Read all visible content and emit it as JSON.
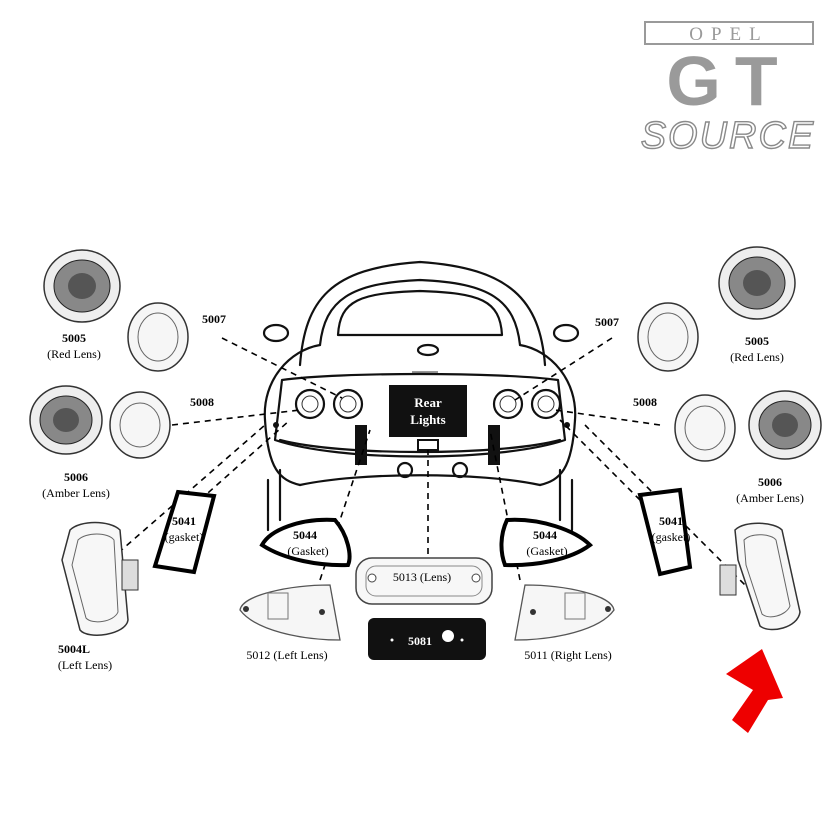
{
  "logo": {
    "line1": "OPEL",
    "line2": "GT",
    "line3": "SOURCE"
  },
  "center_label": {
    "line1": "Rear",
    "line2": "Lights"
  },
  "parts": {
    "p5005_left": {
      "number": "5005",
      "desc": "(Red Lens)"
    },
    "p5005_right": {
      "number": "5005",
      "desc": "(Red Lens)"
    },
    "p5006_left": {
      "number": "5006",
      "desc": "(Amber Lens)"
    },
    "p5006_right": {
      "number": "5006",
      "desc": "(Amber Lens)"
    },
    "p5007_left": {
      "number": "5007"
    },
    "p5007_right": {
      "number": "5007"
    },
    "p5008_left": {
      "number": "5008"
    },
    "p5008_right": {
      "number": "5008"
    },
    "p5041_left": {
      "number": "5041",
      "desc": "(gasket)"
    },
    "p5041_right": {
      "number": "5041",
      "desc": "(gasket)"
    },
    "p5044_left": {
      "number": "5044",
      "desc": "(Gasket)"
    },
    "p5044_right": {
      "number": "5044",
      "desc": "(Gasket)"
    },
    "p5004L": {
      "number": "5004L",
      "desc": "(Left Lens)"
    },
    "p5012": {
      "label": "5012 (Left Lens)"
    },
    "p5011": {
      "label": "5011 (Right Lens)"
    },
    "p5013": {
      "label": "5013 (Lens)"
    },
    "p5081": {
      "number": "5081"
    }
  },
  "colors": {
    "logo_gray": "#9a9a9a",
    "arrow_red": "#ee0000",
    "plate_black": "#111111"
  },
  "icons": {
    "indicator": "red-arrow-icon"
  }
}
